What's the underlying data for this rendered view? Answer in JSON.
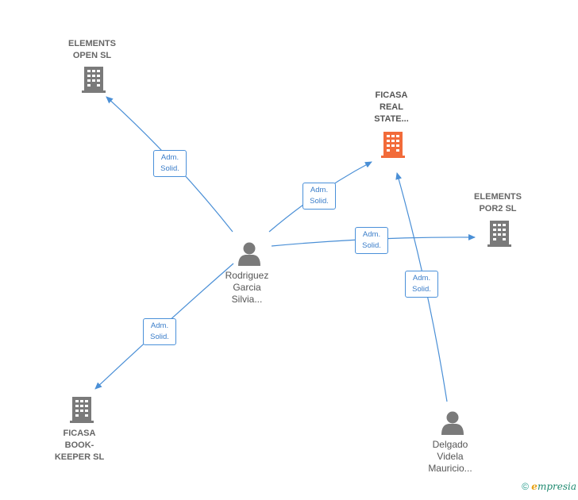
{
  "nodes": {
    "elements_open": {
      "lines": [
        "ELEMENTS",
        "OPEN SL"
      ]
    },
    "ficasa_real_state": {
      "lines": [
        "FICASA",
        "REAL",
        "STATE..."
      ],
      "highlight": true
    },
    "elements_por2": {
      "lines": [
        "ELEMENTS",
        "POR2  SL"
      ]
    },
    "rodriguez": {
      "lines": [
        "Rodriguez",
        "Garcia",
        "Silvia..."
      ]
    },
    "ficasa_book_keeper": {
      "lines": [
        "FICASA",
        "BOOK-",
        "KEEPER SL"
      ]
    },
    "delgado": {
      "lines": [
        "Delgado",
        "Videla",
        "Mauricio..."
      ]
    }
  },
  "edges": [
    {
      "from": "rodriguez",
      "to": "elements_open",
      "label": [
        "Adm.",
        "Solid."
      ]
    },
    {
      "from": "rodriguez",
      "to": "ficasa_real_state",
      "label": [
        "Adm.",
        "Solid."
      ]
    },
    {
      "from": "rodriguez",
      "to": "elements_por2",
      "label": [
        "Adm.",
        "Solid."
      ]
    },
    {
      "from": "rodriguez",
      "to": "ficasa_book_keeper",
      "label": [
        "Adm.",
        "Solid."
      ]
    },
    {
      "from": "delgado",
      "to": "ficasa_real_state",
      "label": [
        "Adm.",
        "Solid."
      ]
    }
  ],
  "colors": {
    "company": "#7a7a7a",
    "company_highlight": "#f26b3a",
    "person": "#7a7a7a",
    "edge": "#4a8fd6"
  },
  "footer": {
    "copyright": "©",
    "brand_initial": "e",
    "brand_rest": "mpresia"
  }
}
